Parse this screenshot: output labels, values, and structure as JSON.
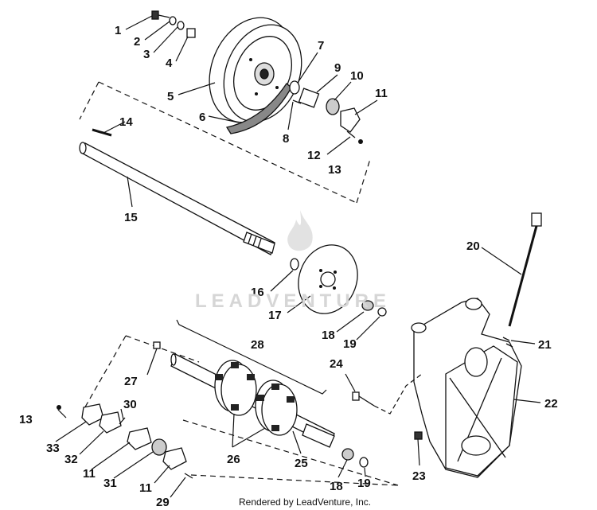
{
  "watermark": "LEADVENTURE",
  "footer": "Rendered by LeadVenture, Inc.",
  "callouts": [
    {
      "id": "c1",
      "text": "1"
    },
    {
      "id": "c2",
      "text": "2"
    },
    {
      "id": "c3",
      "text": "3"
    },
    {
      "id": "c4",
      "text": "4"
    },
    {
      "id": "c5",
      "text": "5"
    },
    {
      "id": "c6",
      "text": "6"
    },
    {
      "id": "c7",
      "text": "7"
    },
    {
      "id": "c8",
      "text": "8"
    },
    {
      "id": "c9",
      "text": "9"
    },
    {
      "id": "c10",
      "text": "10"
    },
    {
      "id": "c11a",
      "text": "11"
    },
    {
      "id": "c12",
      "text": "12"
    },
    {
      "id": "c13a",
      "text": "13"
    },
    {
      "id": "c14",
      "text": "14"
    },
    {
      "id": "c15",
      "text": "15"
    },
    {
      "id": "c16",
      "text": "16"
    },
    {
      "id": "c17",
      "text": "17"
    },
    {
      "id": "c18a",
      "text": "18"
    },
    {
      "id": "c19a",
      "text": "19"
    },
    {
      "id": "c20",
      "text": "20"
    },
    {
      "id": "c21",
      "text": "21"
    },
    {
      "id": "c22",
      "text": "22"
    },
    {
      "id": "c23",
      "text": "23"
    },
    {
      "id": "c24",
      "text": "24"
    },
    {
      "id": "c25",
      "text": "25"
    },
    {
      "id": "c26",
      "text": "26"
    },
    {
      "id": "c27",
      "text": "27"
    },
    {
      "id": "c28",
      "text": "28"
    },
    {
      "id": "c13b",
      "text": "13"
    },
    {
      "id": "c30",
      "text": "30"
    },
    {
      "id": "c33",
      "text": "33"
    },
    {
      "id": "c32",
      "text": "32"
    },
    {
      "id": "c11b",
      "text": "11"
    },
    {
      "id": "c31",
      "text": "31"
    },
    {
      "id": "c11c",
      "text": "11"
    },
    {
      "id": "c29",
      "text": "29"
    },
    {
      "id": "c18b",
      "text": "18"
    },
    {
      "id": "c19b",
      "text": "19"
    }
  ]
}
